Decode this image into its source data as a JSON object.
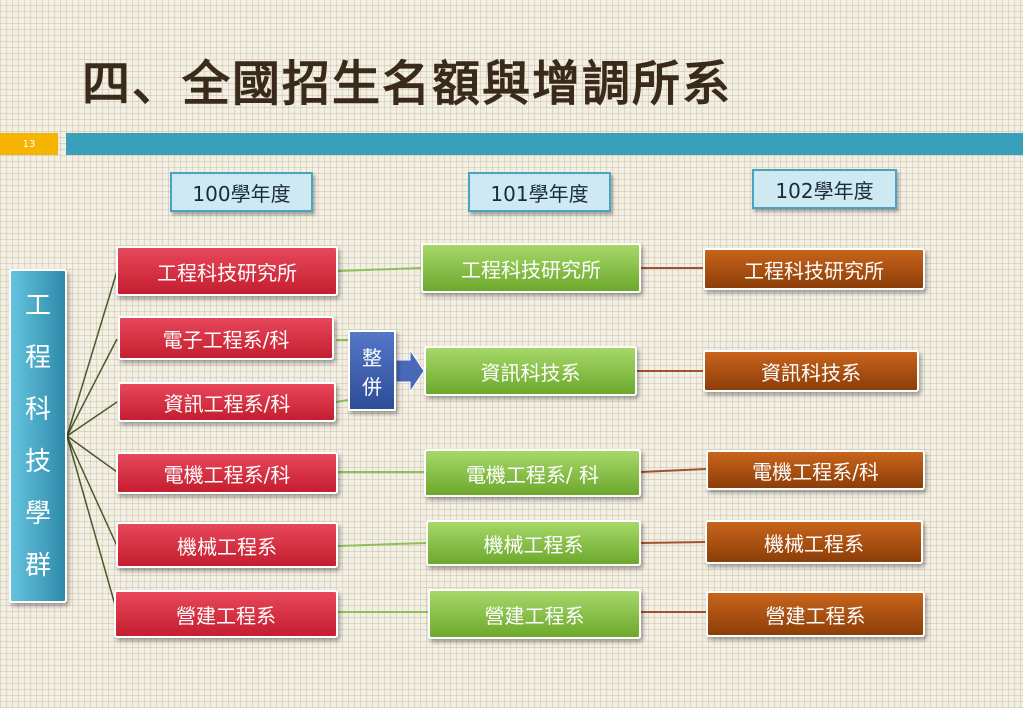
{
  "title": "四、全國招生名額與增調所系",
  "slide_number": "13",
  "years": {
    "y100": "100學年度",
    "y101": "101學年度",
    "y102": "102學年度"
  },
  "group": {
    "chars": [
      "工",
      "程",
      "科",
      "技",
      "學",
      "群"
    ]
  },
  "merge": {
    "chars": [
      "整",
      "併"
    ]
  },
  "col100": [
    "工程科技研究所",
    "電子工程系/科",
    "資訊工程系/科",
    "電機工程系/科",
    "機械工程系",
    "營建工程系"
  ],
  "col101": [
    "工程科技研究所",
    "資訊科技系",
    "電機工程系/ 科",
    "機械工程系",
    "營建工程系"
  ],
  "col102": [
    "工程科技研究所",
    "資訊科技系",
    "電機工程系/科",
    "機械工程系",
    "營建工程系"
  ],
  "colors": {
    "red": "#c41e30",
    "green": "#6da82c",
    "brown": "#8c3e08",
    "blue": "#3a9fb8"
  }
}
